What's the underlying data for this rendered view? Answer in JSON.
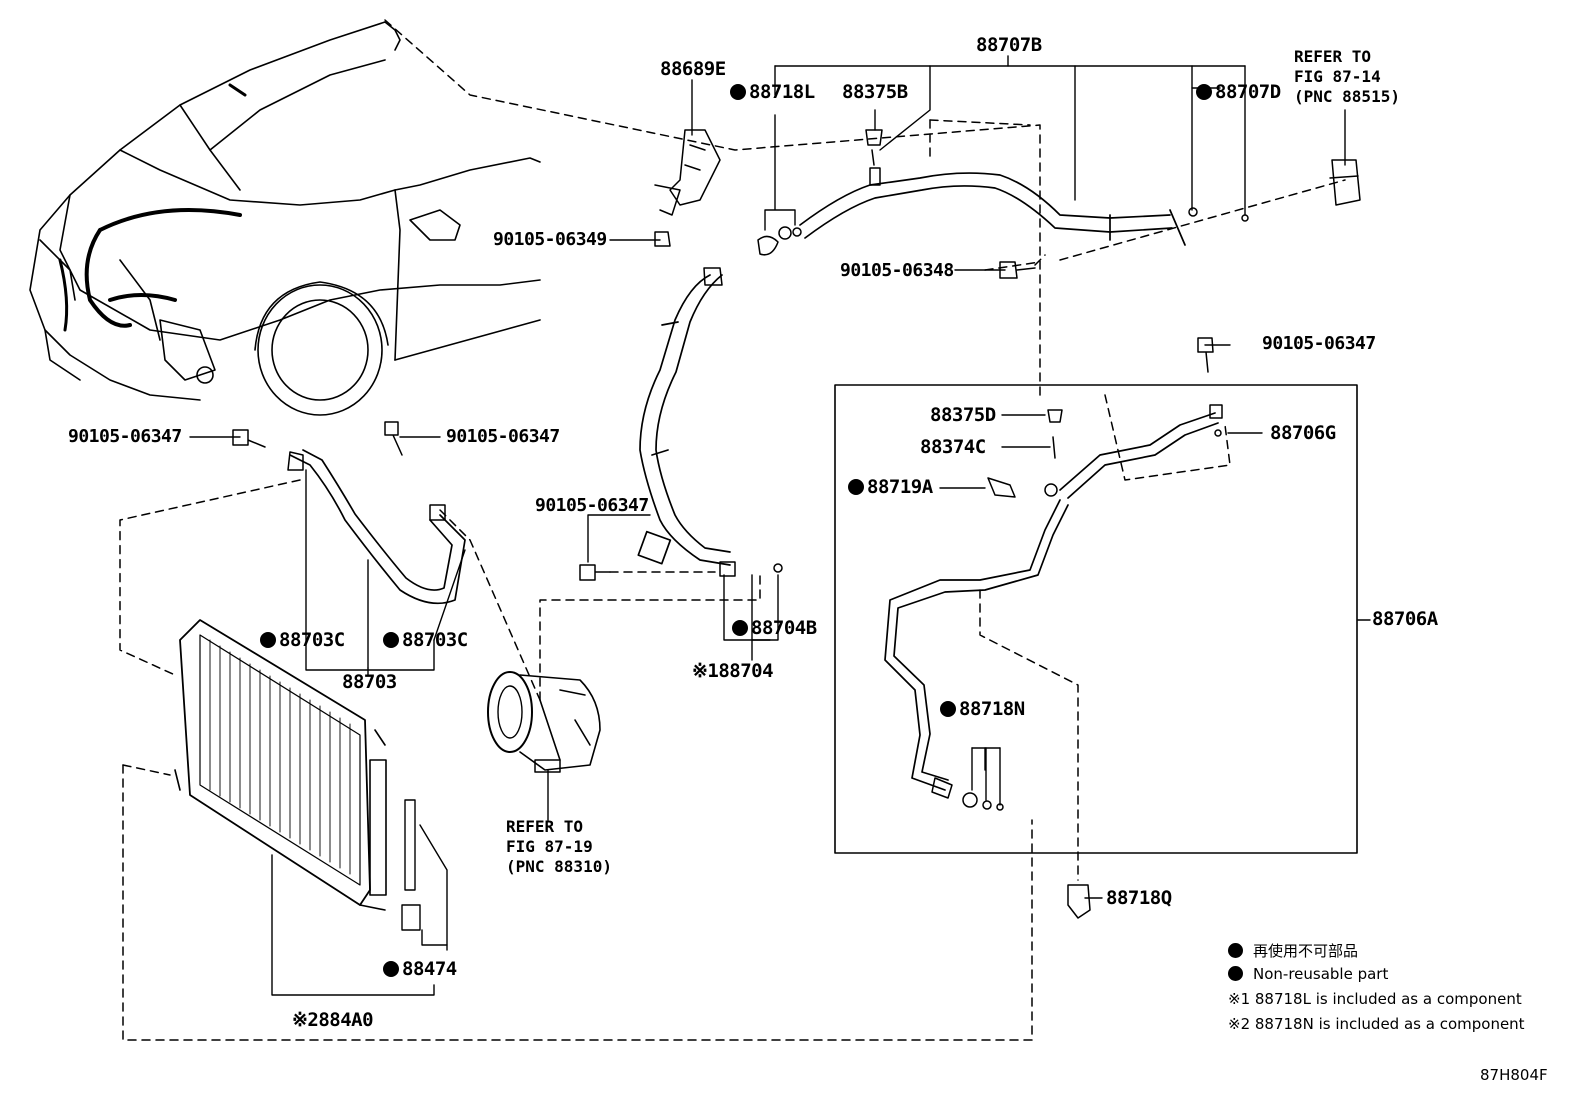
{
  "labels": {
    "p88707B": "88707B",
    "p88689E": "88689E",
    "p88718L": "88718L",
    "p88375B": "88375B",
    "p88707D": "88707D",
    "p9010506349": "90105-06349",
    "p9010506348": "90105-06348",
    "p9010506347_a": "90105-06347",
    "p9010506347_b": "90105-06347",
    "p9010506347_c": "90105-06347",
    "p9010506347_d": "90105-06347",
    "p88375D": "88375D",
    "p88374C": "88374C",
    "p88719A": "88719A",
    "p88706G": "88706G",
    "p88706A": "88706A",
    "p88703C_a": "88703C",
    "p88703C_b": "88703C",
    "p88703": "88703",
    "p88704B": "88704B",
    "p88704": "※188704",
    "p88718N": "88718N",
    "p88718Q": "88718Q",
    "p88474": "88474",
    "p884A0": "※2884A0"
  },
  "refs": {
    "top_right": [
      "REFER TO",
      "FIG 87-14",
      "(PNC 88515)"
    ],
    "compressor": [
      "REFER TO",
      "FIG 87-19",
      "(PNC 88310)"
    ]
  },
  "legend": {
    "line1": "再使用不可部品",
    "line2": "Non-reusable part",
    "line3": "※1 88718L  is included as a component",
    "line4": "※2 88718N is included as a component"
  },
  "figure_id": "87H804F"
}
